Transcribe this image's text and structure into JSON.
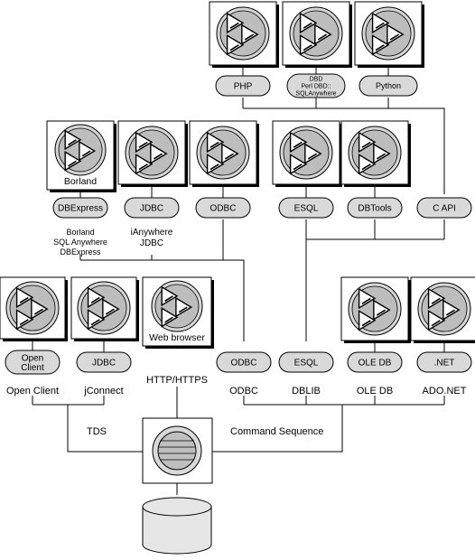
{
  "apps": [
    {
      "id": "php",
      "caption": "",
      "pill": [
        "PHP"
      ],
      "pill_small": false,
      "below": []
    },
    {
      "id": "perl",
      "caption": "",
      "pill": [
        "DBD",
        "Perl DBD::",
        "SQLAnywhere"
      ],
      "pill_small": true,
      "below": []
    },
    {
      "id": "python",
      "caption": "",
      "pill": [
        "Python"
      ],
      "pill_small": true,
      "below": []
    },
    {
      "id": "borland",
      "caption": "Borland",
      "pill": [
        "DBExpress"
      ],
      "pill_small": false,
      "below": [
        "Borland",
        "SQL Anywhere",
        "DBExpress"
      ]
    },
    {
      "id": "jdbc-ianywhere",
      "caption": "",
      "pill": [
        "JDBC"
      ],
      "pill_small": false,
      "below": [
        "iAnywhere",
        "JDBC"
      ]
    },
    {
      "id": "odbc-top",
      "caption": "",
      "pill": [
        "ODBC"
      ],
      "pill_small": false,
      "below": []
    },
    {
      "id": "esql-top",
      "caption": "",
      "pill": [
        "ESQL"
      ],
      "pill_small": false,
      "below": []
    },
    {
      "id": "dbtools",
      "caption": "",
      "pill": [
        "DBTools"
      ],
      "pill_small": false,
      "below": []
    },
    {
      "id": "open-client",
      "caption": "",
      "pill": [
        "Open",
        "Client"
      ],
      "pill_small": false,
      "below": [
        "Open Client"
      ]
    },
    {
      "id": "jconnect",
      "caption": "",
      "pill": [
        "JDBC"
      ],
      "pill_small": false,
      "below": [
        "jConnect"
      ]
    },
    {
      "id": "web-browser",
      "caption": "Web browser",
      "pill": [],
      "pill_small": false,
      "below": [
        "HTTP/HTTPS"
      ]
    },
    {
      "id": "oledb",
      "caption": "",
      "pill": [
        "OLE DB"
      ],
      "pill_small": false,
      "below": [
        "OLE DB"
      ]
    },
    {
      "id": "dotnet",
      "caption": "",
      "pill": [
        ".NET"
      ],
      "pill_small": false,
      "below": [
        "ADO.NET"
      ]
    }
  ],
  "standalone": [
    {
      "id": "c-api",
      "pill": [
        "C API"
      ],
      "below": []
    },
    {
      "id": "odbc-bottom",
      "pill": [
        "ODBC"
      ],
      "below": [
        "ODBC"
      ]
    },
    {
      "id": "esql-bottom",
      "pill": [
        "ESQL"
      ],
      "below": [
        "DBLIB"
      ]
    }
  ],
  "protocols": {
    "tds": "TDS",
    "command_sequence": "Command Sequence"
  }
}
